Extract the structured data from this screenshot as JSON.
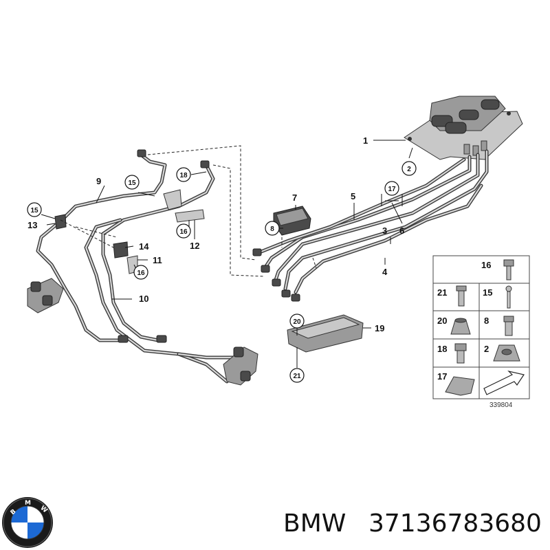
{
  "callouts": {
    "c1": "1",
    "c2": "2",
    "c3": "3",
    "c4": "4",
    "c5": "5",
    "c6": "6",
    "c7": "7",
    "c8": "8",
    "c9": "9",
    "c10": "10",
    "c11": "11",
    "c12": "12",
    "c13": "13",
    "c14": "14",
    "c15a": "15",
    "c15b": "15",
    "c16a": "16",
    "c16b": "16",
    "c17": "17",
    "c18": "18",
    "c19": "19",
    "c20": "20",
    "c21": "21"
  },
  "legend": {
    "items": [
      "16",
      "21",
      "15",
      "20",
      "8",
      "18",
      "2",
      "17"
    ],
    "reference": "339804"
  },
  "brand": {
    "name": "BMW",
    "part_number": "37136783680",
    "logo_letters": "BMW"
  }
}
